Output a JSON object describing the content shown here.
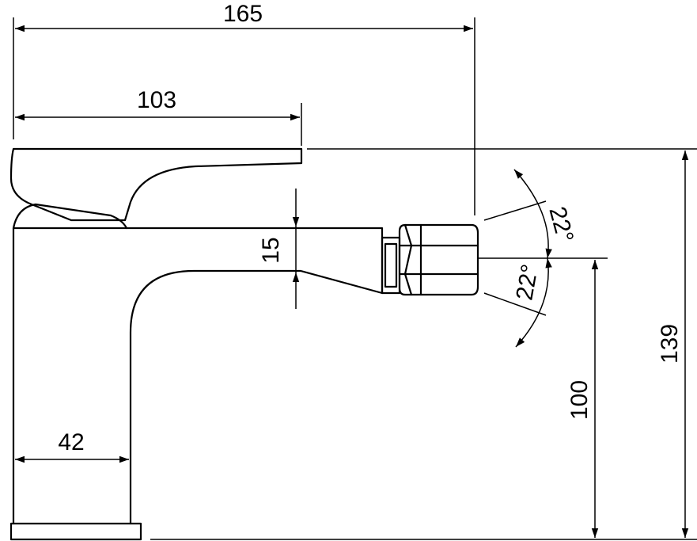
{
  "dimensions": {
    "overall_width": "165",
    "lever_length": "103",
    "spout_thickness": "15",
    "base_width": "42",
    "outlet_height": "100",
    "overall_height": "139",
    "angle_up": "22°",
    "angle_down": "22°"
  },
  "colors": {
    "line": "#000000",
    "background": "#ffffff"
  }
}
